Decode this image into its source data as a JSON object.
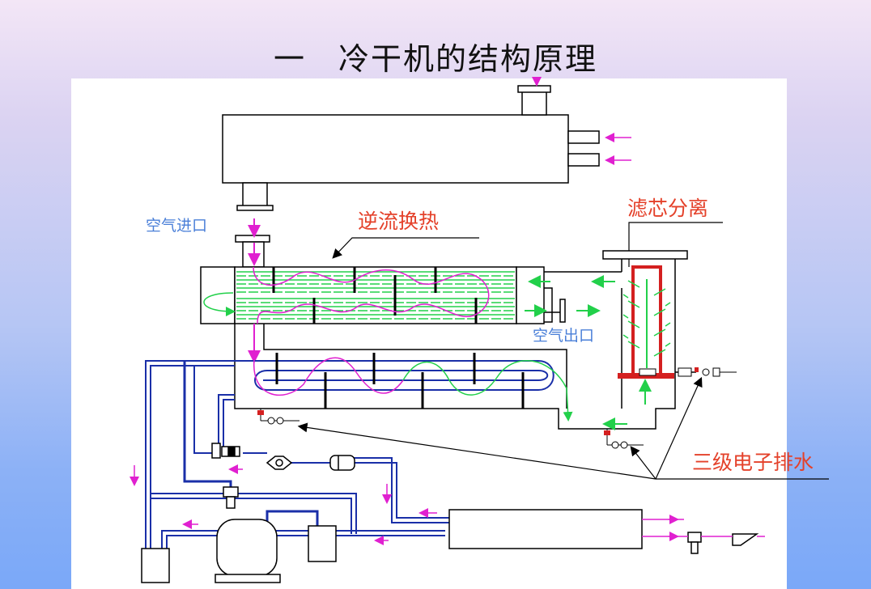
{
  "slide": {
    "title": "一　冷干机的结构原理"
  },
  "labels": {
    "air_inlet": "空气进口",
    "air_outlet": "空气出口",
    "counterflow_heat_exchange": "逆流换热",
    "filter_element_separation": "滤芯分离",
    "three_stage_electronic_drain": "三级电子排水"
  },
  "colors": {
    "pipe_blue": "#1a2fa8",
    "flow_magenta": "#e020d0",
    "flow_green": "#22d04a",
    "label_red": "#e4412a",
    "label_blue": "#4a7fd8",
    "filter_red": "#d42020"
  }
}
